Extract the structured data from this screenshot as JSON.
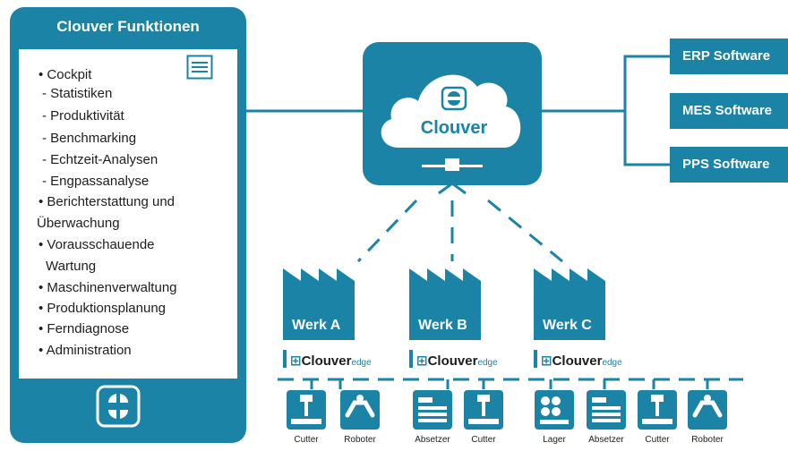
{
  "left_panel": {
    "title": "Clouver Funktionen",
    "features": [
      "• Cockpit",
      "- Statistiken",
      "- Produktivität",
      "- Benchmarking",
      "- Echtzeit-Analysen",
      "- Engpassanalyse",
      "• Berichterstattung und",
      "Überwachung",
      "• Vorausschauende",
      "Wartung",
      "• Maschinenverwaltung",
      "• Produktionsplanung",
      "• Ferndiagnose",
      "• Administration"
    ]
  },
  "center": {
    "name": "Clouver"
  },
  "software": [
    "ERP Software",
    "MES Software",
    "PPS Software"
  ],
  "plants": [
    {
      "name": "Werk A",
      "edge_brand": "Clouver",
      "edge_suffix": "edge",
      "machines": [
        "Cutter",
        "Roboter"
      ]
    },
    {
      "name": "Werk B",
      "edge_brand": "Clouver",
      "edge_suffix": "edge",
      "machines": [
        "Absetzer",
        "Cutter"
      ]
    },
    {
      "name": "Werk C",
      "edge_brand": "Clouver",
      "edge_suffix": "edge",
      "machines": [
        "Lager",
        "Absetzer",
        "Cutter",
        "Roboter"
      ]
    }
  ],
  "colors": {
    "brand": "#1a83a6",
    "text": "#1d1d1b",
    "background": "#ffffff"
  },
  "icons": [
    "document-icon",
    "clouver-logo-icon",
    "cloud-icon",
    "network-connector-icon",
    "factory-icon",
    "cutter-icon",
    "robot-arm-icon",
    "absetzer-icon",
    "lager-icon"
  ]
}
